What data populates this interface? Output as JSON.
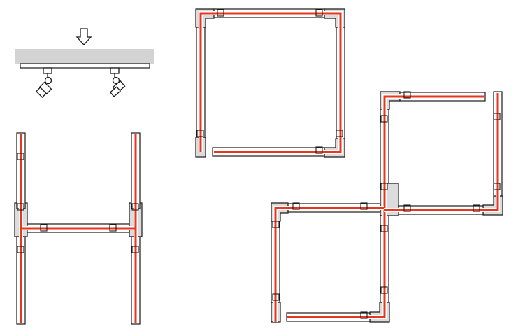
{
  "colors": {
    "background": "#ffffff",
    "stroke": "#1a1a1a",
    "ceiling": "#d3d3d3",
    "connector": "#dcdcdc",
    "conductor": "#e8371f",
    "track": "#ffffff"
  },
  "icons": {
    "mount_arrow": "down-arrow-icon",
    "spotlight": "spotlight-icon"
  },
  "illustrations": [
    "ceiling-mount-detail",
    "h-configuration",
    "square-configuration",
    "double-square-configuration"
  ]
}
